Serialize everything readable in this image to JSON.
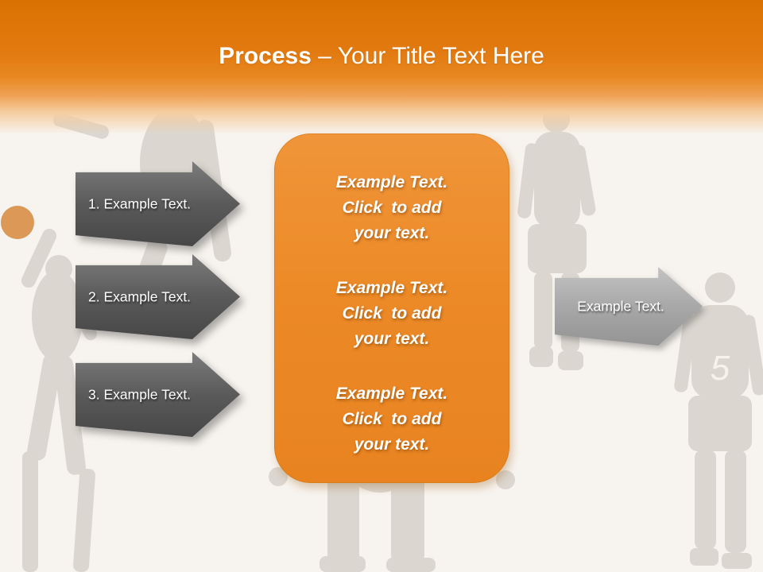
{
  "slide": {
    "title": {
      "emphasis": "Process",
      "separator": " – ",
      "rest": "Your Title Text Here"
    }
  },
  "steps": [
    {
      "label": "1. Example Text."
    },
    {
      "label": "2. Example Text."
    },
    {
      "label": "3. Example Text."
    }
  ],
  "content_box": {
    "paragraphs": [
      {
        "lines": [
          "Example Text.",
          "Click  to add",
          "your text."
        ]
      },
      {
        "lines": [
          "Example Text.",
          "Click  to add",
          "your text."
        ]
      },
      {
        "lines": [
          "Example Text.",
          "Click  to add",
          "your text."
        ]
      }
    ]
  },
  "output_arrow": {
    "label": "Example Text."
  },
  "background": {
    "jersey_number": "5"
  },
  "colors": {
    "header_orange": "#E2780E",
    "box_orange": "#EC8A27",
    "step_arrow_gray": "#5A5A5A",
    "output_arrow_gray": "#A8A8A8",
    "silhouette_gray": "#D9D3CC",
    "basketball_orange": "#D98F46",
    "canvas": "#F7F3EE",
    "title_text": "#FFFFFF"
  }
}
